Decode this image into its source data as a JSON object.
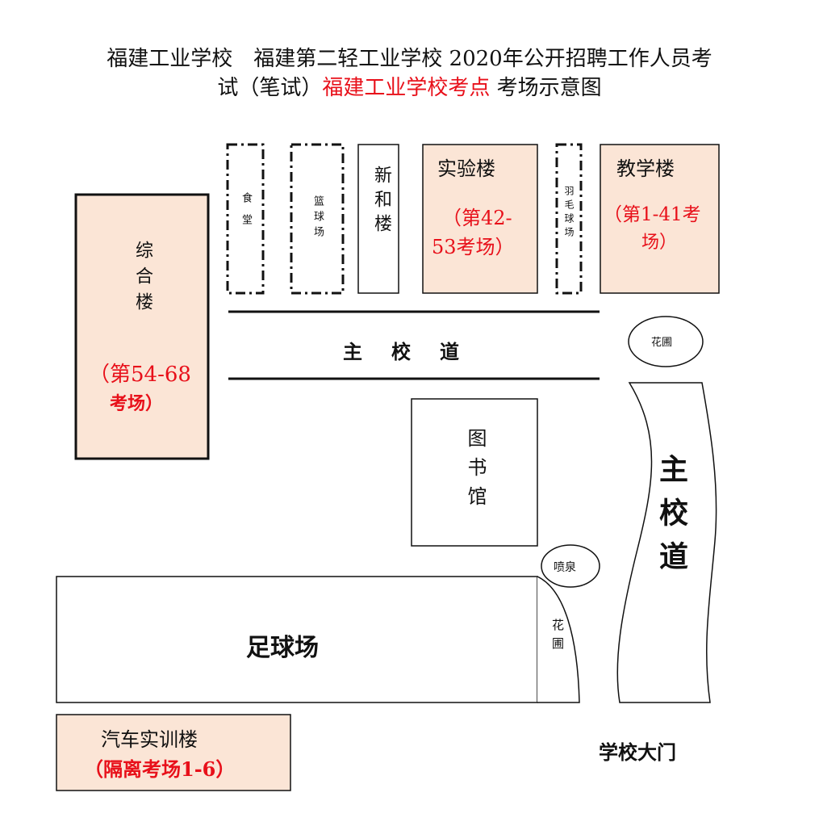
{
  "title": {
    "line1": "福建工业学校　福建第二轻工业学校 2020年公开招聘工作人员考",
    "line2_prefix": "试（笔试）",
    "line2_highlight": "福建工业学校考点",
    "line2_suffix": " 考场示意图"
  },
  "buildings": {
    "zonghe": {
      "name": "综合楼",
      "rooms": "（第54-68 考场）",
      "rooms_a": "（第54-68",
      "rooms_b": "考场）"
    },
    "canteen": {
      "name": "食堂"
    },
    "basketball": {
      "name": "篮球场"
    },
    "xinhe": {
      "name": "新和楼"
    },
    "lab": {
      "name": "实验楼",
      "rooms_a": "（第42-",
      "rooms_b": "53考场）"
    },
    "badminton": {
      "name": "羽毛球场"
    },
    "teaching": {
      "name": "教学楼",
      "rooms_a": "（第1-41考",
      "rooms_b": "场）"
    },
    "library": {
      "name": "图书馆"
    },
    "football": {
      "name": "足球场"
    },
    "auto": {
      "name": "汽车实训楼",
      "rooms": "（隔离考场1-6）"
    }
  },
  "roads": {
    "main_horizontal": "主　校　道",
    "main_vertical": "主校道"
  },
  "features": {
    "garden_top": "花圃",
    "fountain": "喷泉",
    "garden_bottom": "花圃",
    "gate": "学校大门"
  },
  "colors": {
    "exam_fill": "#fbe5d6",
    "exam_text": "#e8101a"
  }
}
